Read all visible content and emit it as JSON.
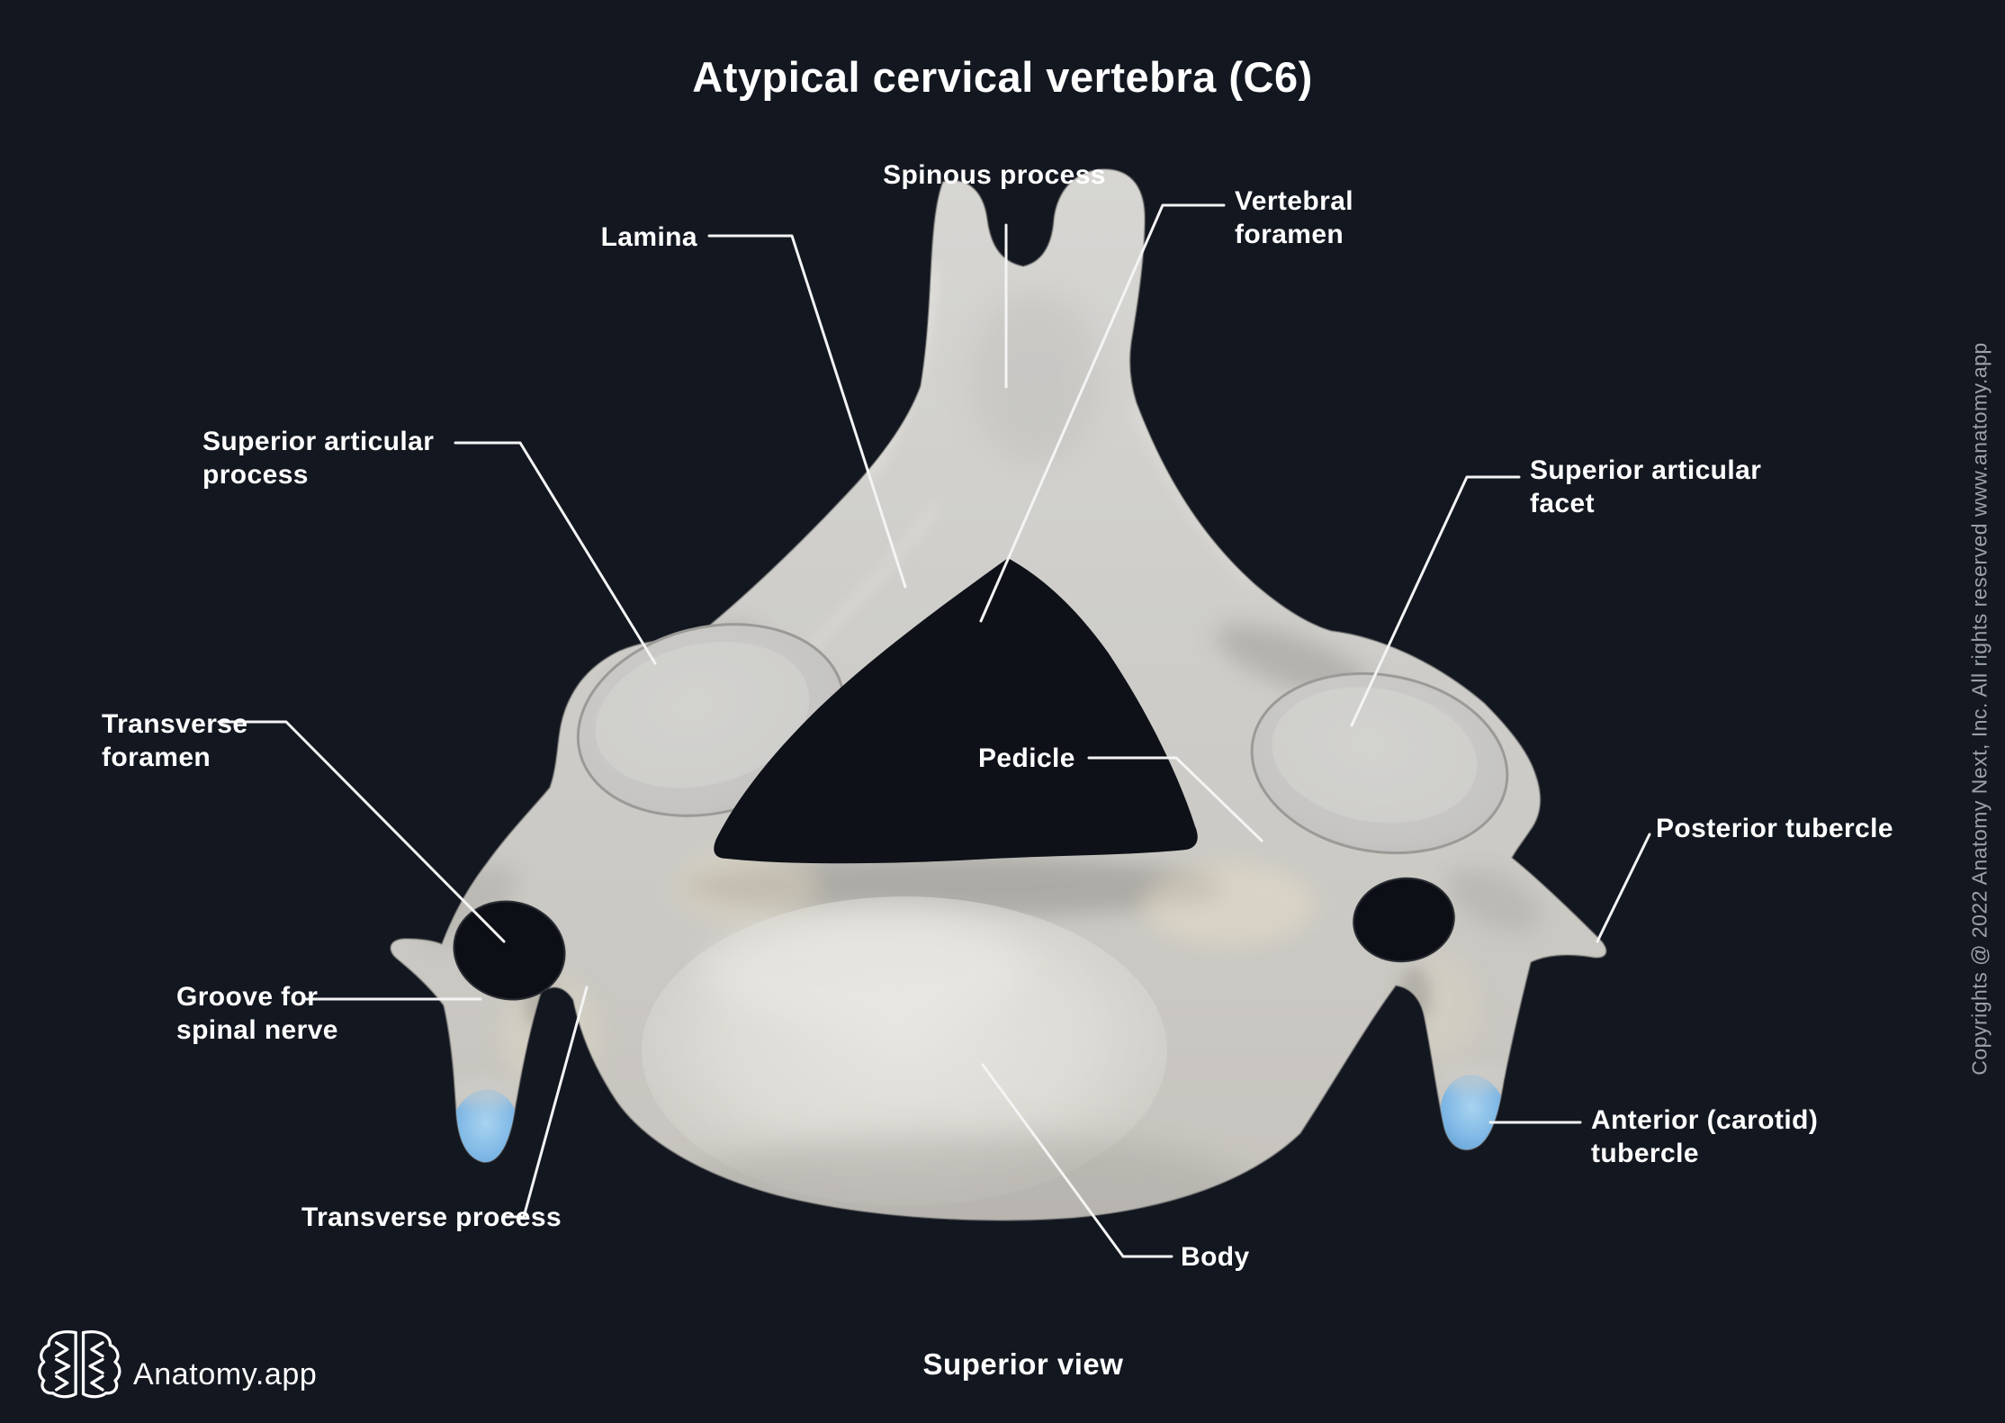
{
  "title": "Atypical cervical vertebra (C6)",
  "caption": "Superior view",
  "brand": {
    "name": "Anatomy.app"
  },
  "copyright": "Copyrights @ 2022 Anatomy Next, Inc. All rights reserved www.anatomy.app",
  "colors": {
    "background": "#131720",
    "label_text": "#ffffff",
    "leader_line": "#f4f4f4",
    "bone_light": "#e9e7e3",
    "bone_mid": "#cfcdc8",
    "bone_shadow": "#97958f",
    "tubercle_blue": "#7fb8e6",
    "copyright_text": "#9ca1a9"
  },
  "labels": {
    "spinous_process": {
      "text": "Spinous process"
    },
    "lamina": {
      "text": "Lamina"
    },
    "vertebral_foramen": {
      "line1": "Vertebral",
      "line2": "foramen"
    },
    "superior_articular_process": {
      "line1": "Superior articular",
      "line2": "process"
    },
    "transverse_foramen": {
      "line1": "Transverse",
      "line2": "foramen"
    },
    "groove_spinal_nerve": {
      "line1": "Groove for",
      "line2": "spinal nerve"
    },
    "transverse_process": {
      "text": "Transverse process"
    },
    "pedicle": {
      "text": "Pedicle"
    },
    "superior_articular_facet": {
      "line1": "Superior articular",
      "line2": "facet"
    },
    "posterior_tubercle": {
      "text": "Posterior tubercle"
    },
    "anterior_carotid_tubercle": {
      "line1": "Anterior (carotid)",
      "line2": "tubercle"
    },
    "body": {
      "text": "Body"
    }
  }
}
